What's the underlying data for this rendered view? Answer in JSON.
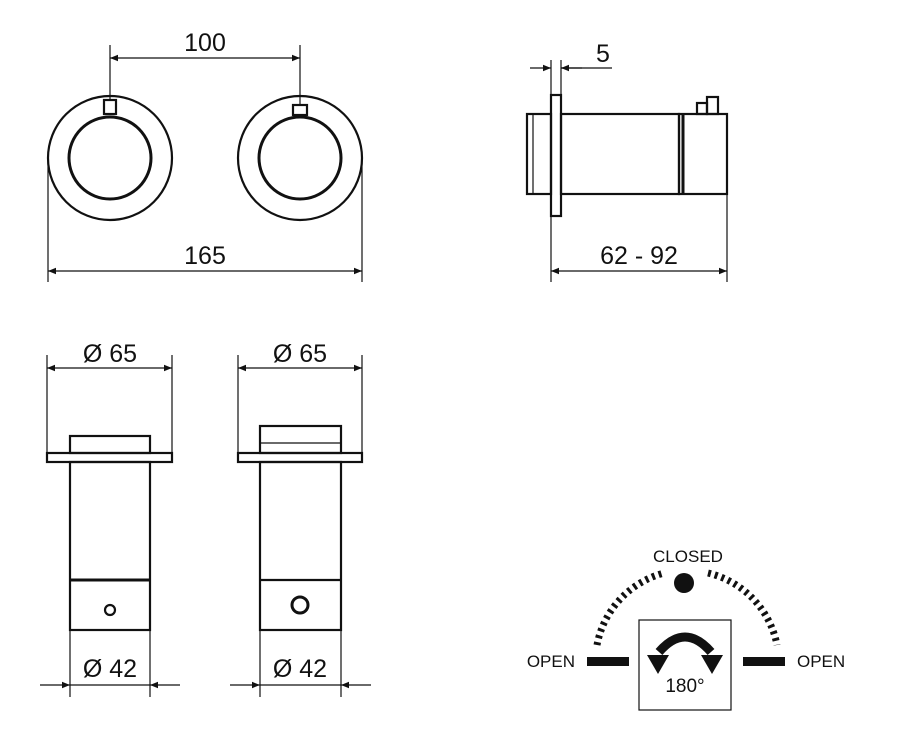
{
  "front_view": {
    "center_distance": "100",
    "overall_width": "165"
  },
  "side_view": {
    "plate_thickness": "5",
    "depth_range": "62 - 92"
  },
  "section_views": {
    "left": {
      "outer_diameter": "Ø 65",
      "inner_diameter": "Ø 42"
    },
    "right": {
      "outer_diameter": "Ø 65",
      "inner_diameter": "Ø 42"
    }
  },
  "rotation_diagram": {
    "closed_label": "CLOSED",
    "open_left_label": "OPEN",
    "open_right_label": "OPEN",
    "angle_label": "180°"
  }
}
